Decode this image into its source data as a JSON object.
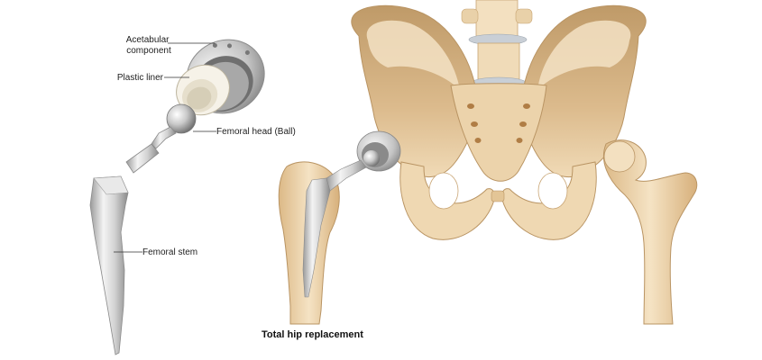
{
  "labels": {
    "acetabular_component": "Acetabular component",
    "plastic_liner": "Plastic liner",
    "femoral_head": "Femoral head (Ball)",
    "femoral_stem": "Femoral stem"
  },
  "caption": "Total hip replacement",
  "colors": {
    "bone_light": "#f3dfbf",
    "bone_mid": "#e7c79c",
    "bone_dark": "#c9a574",
    "bone_shadow": "#b7925f",
    "metal_light": "#f2f2f2",
    "metal_mid": "#c8c8c8",
    "metal_dark": "#8e8e8e",
    "liner": "#f5f1e6",
    "leader_line": "#333333"
  }
}
